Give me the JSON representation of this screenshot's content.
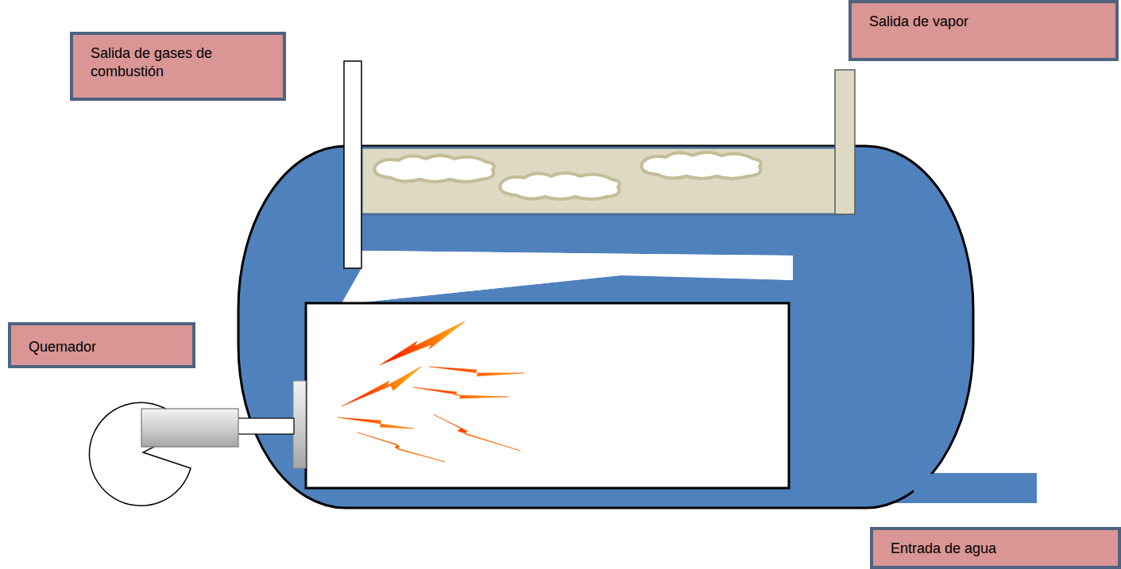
{
  "diagram": {
    "nodes": [
      {
        "text": [
          "Salida de gases de combustión"
        ]
      },
      {
        "text": [
          "Salida de vapor"
        ]
      },
      {
        "text": [
          "Quemador"
        ]
      },
      {
        "text": [
          "Entrada de agua"
        ]
      }
    ]
  }
}
